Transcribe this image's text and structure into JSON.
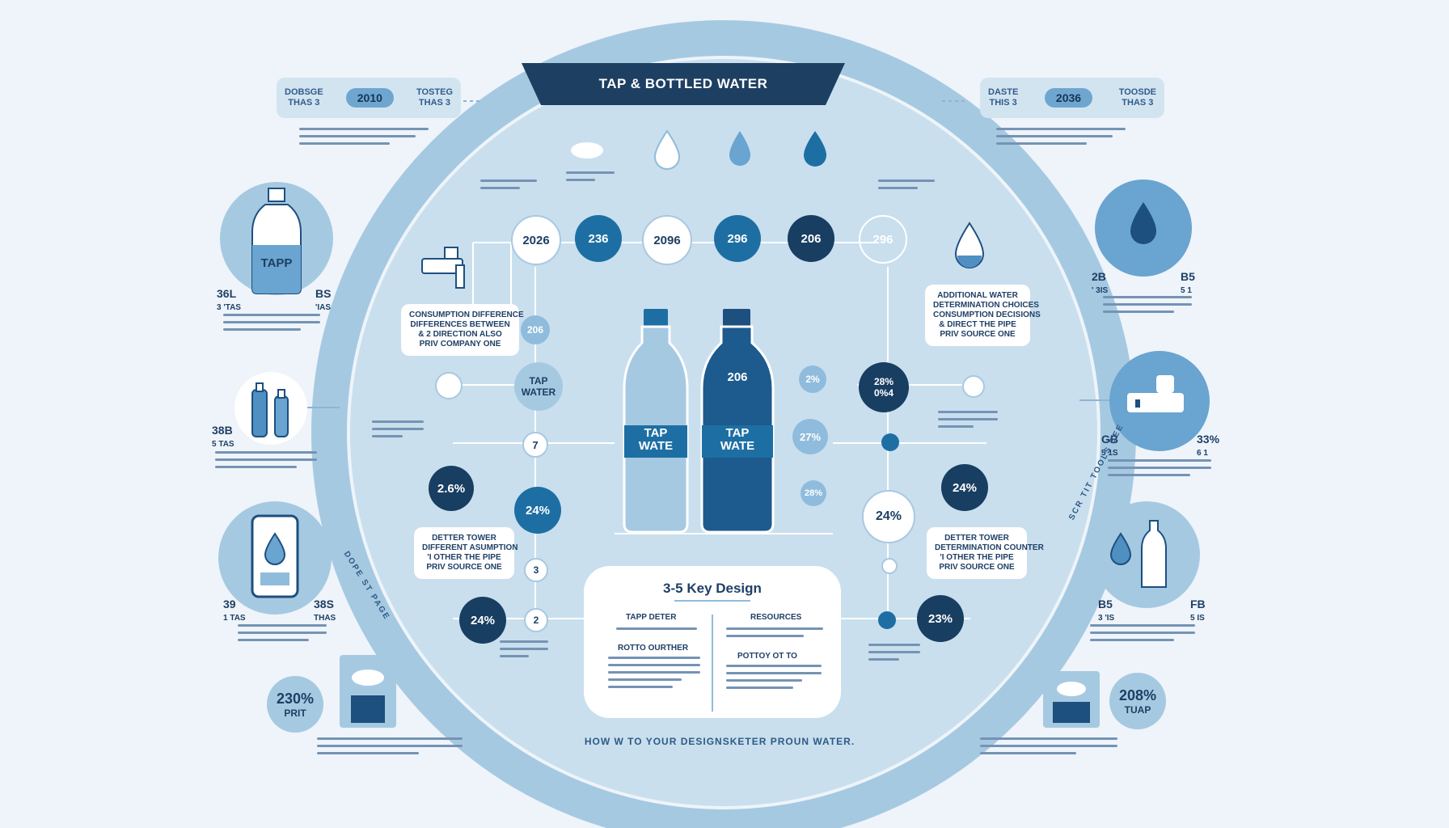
{
  "header": {
    "title": "TAP & BOTTLED WATER",
    "left_box": {
      "left_text": "DOBSGE\nTHAS 3",
      "year": "2010",
      "right_text": "TOSTEG\nTHAS 3"
    },
    "right_box": {
      "left_text": "DASTE\nTHIS 3",
      "year": "2036",
      "right_text": "TOOSDE\nTHAS 3"
    }
  },
  "left_column": {
    "tap_bottle_label": "TAPP",
    "stat1": {
      "left": "36L",
      "left_sub": "3 'TAS",
      "right": "BS",
      "right_sub": "'IAS"
    },
    "stat2": {
      "left": "38B",
      "left_sub": "5 TAS"
    },
    "stat3": {
      "left": "39",
      "left_sub": "1 TAS",
      "right": "38S",
      "right_sub": "THAS"
    },
    "badge": {
      "value": "230%",
      "label": "PRIT"
    }
  },
  "right_column": {
    "stat1": {
      "left": "2B",
      "left_sub": "' 3IS",
      "right": "B5",
      "right_sub": "5 1"
    },
    "stat2": {
      "left": "GB",
      "left_sub": "5 1S",
      "right": "33%",
      "right_sub": "6 1"
    },
    "stat3": {
      "left": "B5",
      "left_sub": "3 'IS",
      "right": "FB",
      "right_sub": "5 IS"
    },
    "badge": {
      "value": "208%",
      "label": "TUAP"
    }
  },
  "center": {
    "top_row": [
      "2026",
      "236",
      "2096",
      "296",
      "206",
      "296"
    ],
    "left_nodes": {
      "small_a": "206",
      "tap_water": "TAP\nWATER",
      "n7": "7",
      "n24": "24%",
      "n3": "3",
      "n2": "2"
    },
    "left_outer": {
      "a": "2.6%",
      "b": "24%"
    },
    "right_nodes": {
      "r1": "2%",
      "r2": "27%",
      "r3": "28%",
      "big": "24%"
    },
    "right_dark": {
      "label": "28%\n0%4"
    },
    "right_outer": {
      "a": "24%",
      "b": "23%"
    },
    "bottle_left_label": "TAP\nWATE",
    "bottle_right_value": "206",
    "bottle_right_label": "TAP\nWATE",
    "callout_left_top": "CONSUMPTION DIFFERENCE\nDIFFERENCES BETWEEN\n& 2 DIRECTION ALSO\nPRIV COMPANY ONE",
    "callout_left_bottom": "DETTER TOWER\nDIFFERENT ASUMPTION\n'I OTHER THE PIPE\nPRIV SOURCE ONE",
    "callout_right_top": "ADDITIONAL WATER\nDETERMINATION CHOICES\nCONSUMPTION DECISIONS\n& DIRECT THE PIPE\nPRIV SOURCE ONE",
    "callout_right_bottom": "DETTER TOWER\nDETERMINATION COUNTER\n'I OTHER THE PIPE\nPRIV SOURCE ONE"
  },
  "key_design": {
    "title": "3-5 Key Design",
    "col1_header": "TAPP DETER",
    "col2_header": "RESOURCES",
    "col1_sub": "ROTTO OURTHER",
    "col2_sub": "POTTOY OT TO"
  },
  "bottom_text": "HOW W TO YOUR DESIGNSKETER PROUN WATER.",
  "side_text_left": "DOPE ST PAGE",
  "side_text_right": "SCR TIT TOOLS BEE",
  "colors": {
    "background": "#eef4f9",
    "ring": "#a6c9e2",
    "inner_circle": "#c9dfee",
    "dark_navy": "#183e62",
    "mid_blue": "#1d6fa3",
    "light_blue": "#8fbcdc"
  }
}
